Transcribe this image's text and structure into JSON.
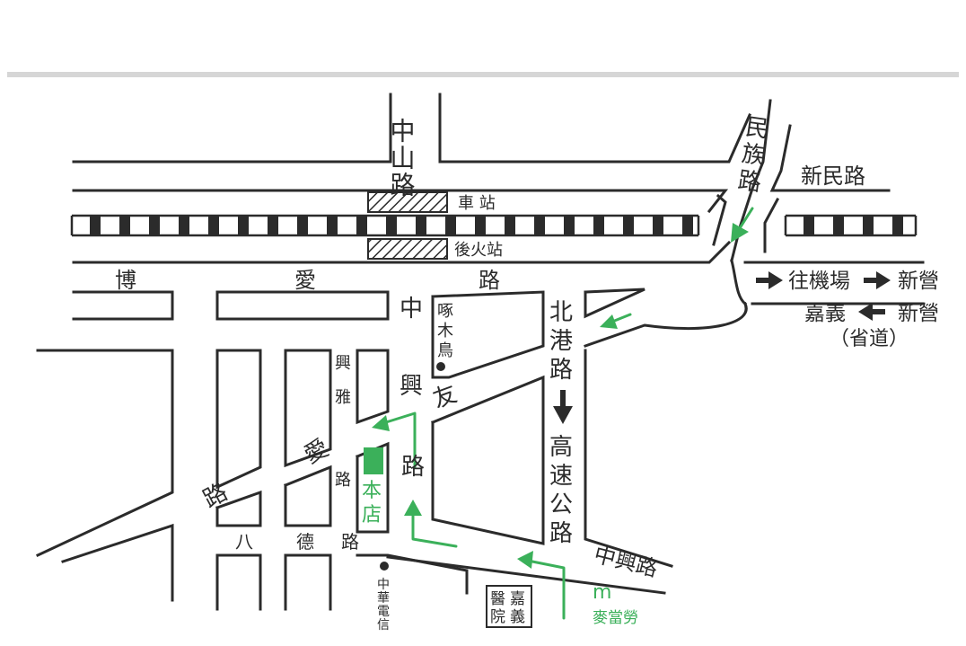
{
  "roads": {
    "zhongshan": "中山路",
    "minzu": "民族路",
    "xinmin": "新民路",
    "boai_1": "博",
    "boai_2": "愛",
    "boai_3": "路",
    "zhongxing_1": "中",
    "zhongxing_2": "興",
    "zhongxing_3": "路",
    "you": "友",
    "xingya_1": "興",
    "xingya_2": "雅",
    "xingya_3": "路",
    "ai_road_1": "路",
    "ai_road_2": "愛",
    "bade_1": "八",
    "bade_2": "德",
    "bade_3": "路",
    "beigang_1": "北",
    "beigang_2": "港",
    "beigang_3": "路",
    "highway_1": "高",
    "highway_2": "速",
    "highway_3": "公",
    "highway_4": "路",
    "zhongxing_road_se": "中興路"
  },
  "landmarks": {
    "station_front": "車 站",
    "station_back": "後火站",
    "woodpecker_1": "啄",
    "woodpecker_2": "木",
    "woodpecker_3": "鳥",
    "store_1": "本",
    "store_2": "店",
    "cht_1": "中",
    "cht_2": "華",
    "cht_3": "電",
    "cht_4": "信",
    "hospital_1": "嘉",
    "hospital_2": "義",
    "hospital_3": "醫",
    "hospital_4": "院",
    "mcd_logo": "m",
    "mcd_name": "麥當勞"
  },
  "directions": {
    "to_airport": "往機場",
    "xinying_top": "新營",
    "chiayi": "嘉義",
    "xinying_bottom": "新營",
    "provincial_road": "（省道）"
  },
  "colors": {
    "road": "#2b2b2b",
    "accent_green": "#3bb05a",
    "background": "#ffffff"
  }
}
